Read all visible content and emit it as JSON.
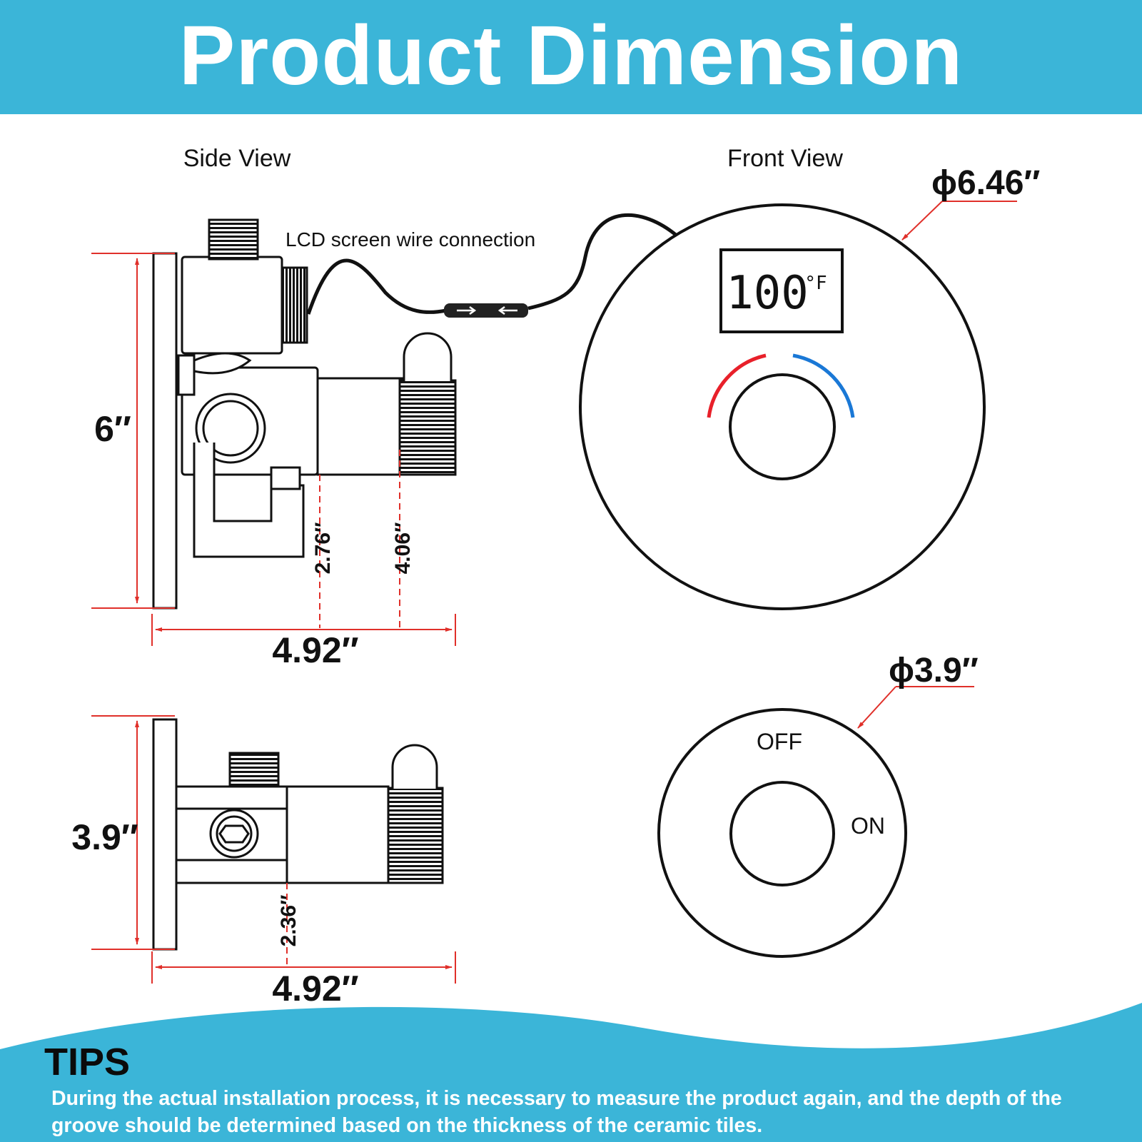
{
  "banner": {
    "title": "Product Dimension"
  },
  "views": {
    "side_label": "Side View",
    "front_label": "Front View"
  },
  "side_view_top": {
    "wire_label": "LCD screen wire connection",
    "height": "6″",
    "depth_inner": "2.76″",
    "depth_mid": "4.06″",
    "depth_total": "4.92″"
  },
  "front_view_top": {
    "diameter": "ϕ6.46″",
    "lcd_value": "100",
    "lcd_unit": "°F"
  },
  "side_view_bottom": {
    "height": "3.9″",
    "depth_inner": "2.36″",
    "depth_total": "4.92″"
  },
  "front_view_bottom": {
    "diameter": "ϕ3.9″",
    "off_label": "OFF",
    "on_label": "ON"
  },
  "tips": {
    "title": "TIPS",
    "text": "During the actual installation process, it is necessary to measure the product again, and the depth of the groove should be determined based on the thickness of the ceramic tiles."
  },
  "colors": {
    "banner": "#3bb5d8",
    "hot": "#e8202a",
    "cold": "#1a78d6",
    "dimension_line": "#e0302a"
  }
}
